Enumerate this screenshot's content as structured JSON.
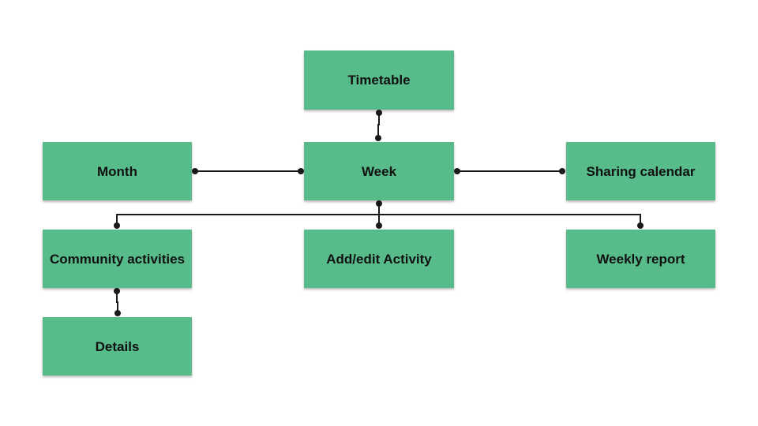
{
  "colors": {
    "node_fill": "#57bb8a",
    "connector": "#1a1a1a",
    "text": "#111111"
  },
  "nodes": {
    "timetable": "Timetable",
    "month": "Month",
    "week": "Week",
    "sharing_calendar": "Sharing calendar",
    "community_activities": "Community activities",
    "add_edit_activity": "Add/edit Activity",
    "weekly_report": "Weekly report",
    "details": "Details"
  }
}
